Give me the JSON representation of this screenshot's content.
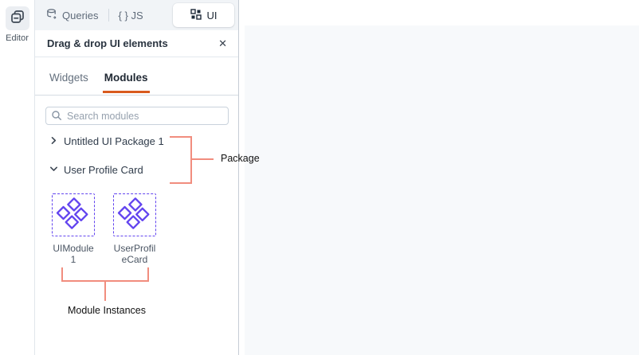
{
  "left_rail": {
    "editor_label": "Editor"
  },
  "top_tabs": {
    "queries_label": "Queries",
    "js_label": "{ } JS",
    "ui_label": "UI"
  },
  "panel": {
    "title": "Drag & drop UI elements",
    "close_glyph": "✕",
    "tabs": [
      {
        "label": "Widgets",
        "active": false
      },
      {
        "label": "Modules",
        "active": true
      }
    ],
    "search_placeholder": "Search modules",
    "packages": [
      {
        "name": "Untitled UI Package 1",
        "expanded": false
      },
      {
        "name": "User Profile Card",
        "expanded": true
      }
    ],
    "modules": [
      {
        "line1": "UIModule",
        "line2": "1"
      },
      {
        "line1": "UserProfil",
        "line2": "eCard"
      }
    ]
  },
  "annotations": {
    "package_label": "Package",
    "module_instances_label": "Module Instances",
    "line_color": "#F18D7E"
  },
  "colors": {
    "accent_orange": "#D95A1E",
    "module_purple": "#6244EF",
    "canvas_gray": "#F7F9FB"
  }
}
